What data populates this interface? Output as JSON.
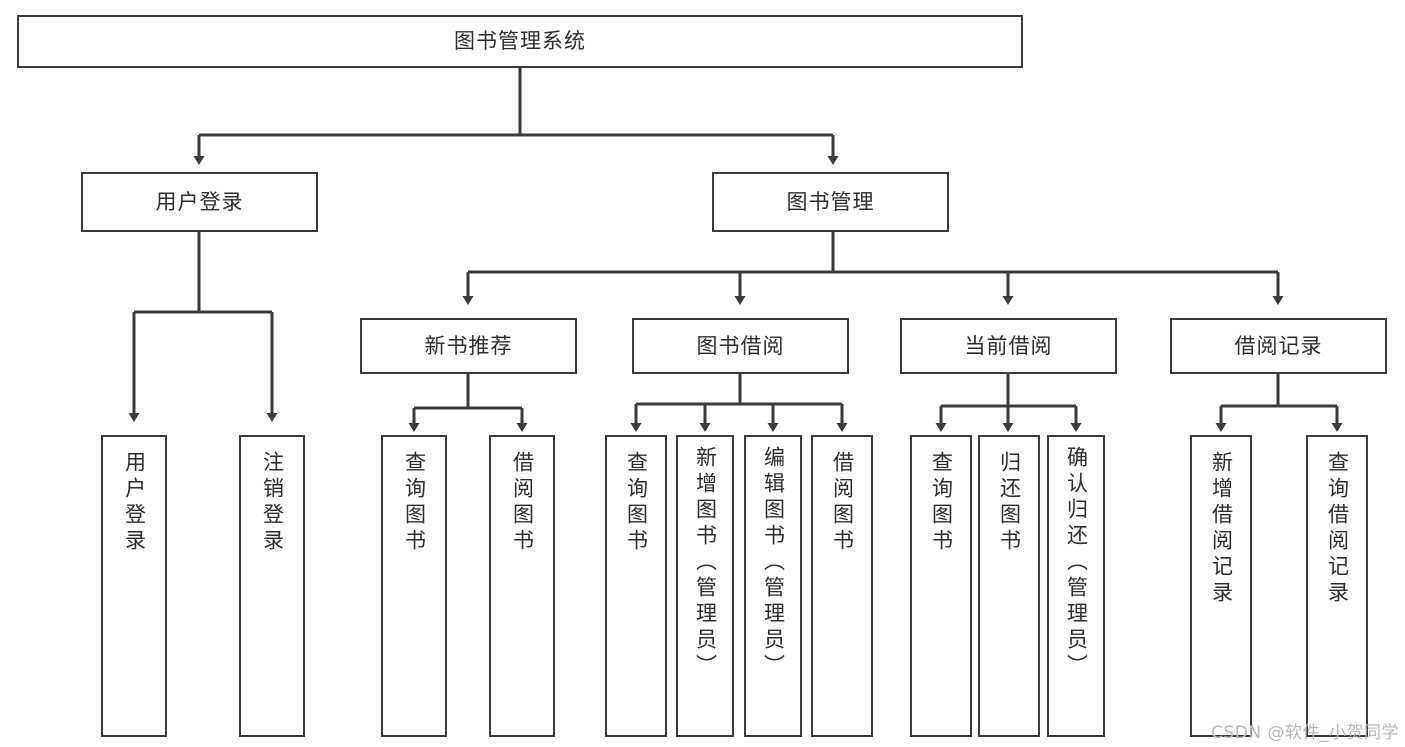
{
  "diagram": {
    "type": "hierarchy-tree",
    "title": "图书管理系统",
    "watermark": "CSDN @软件_小贺同学",
    "colors": {
      "background": "#ffffff",
      "border": "#3b3b3b",
      "text": "#2e2e2e",
      "edge": "#3b3b3b",
      "watermark": "#b9b9b9"
    },
    "nodes": {
      "root": {
        "label": "图书管理系统",
        "level": 1
      },
      "user_login": {
        "label": "用户登录",
        "level": 2
      },
      "book_manage": {
        "label": "图书管理",
        "level": 2
      },
      "new_book_rec": {
        "label": "新书推荐",
        "level": 3
      },
      "book_borrow": {
        "label": "图书借阅",
        "level": 3
      },
      "current_borrow": {
        "label": "当前借阅",
        "level": 3
      },
      "borrow_record": {
        "label": "借阅记录",
        "level": 3
      },
      "leaf_user_login": {
        "label": "用户登录",
        "level": 3
      },
      "leaf_logout": {
        "label": "注销登录",
        "level": 3
      },
      "leaf_query_book_1": {
        "label": "查询图书",
        "level": 4
      },
      "leaf_borrow_book_1": {
        "label": "借阅图书",
        "level": 4
      },
      "leaf_query_book_2": {
        "label": "查询图书",
        "level": 4
      },
      "leaf_add_book": {
        "label": "新增图书（管理员）",
        "level": 4
      },
      "leaf_edit_book": {
        "label": "编辑图书（管理员）",
        "level": 4
      },
      "leaf_borrow_book_2": {
        "label": "借阅图书",
        "level": 4
      },
      "leaf_query_book_3": {
        "label": "查询图书",
        "level": 4
      },
      "leaf_return_book": {
        "label": "归还图书",
        "level": 4
      },
      "leaf_confirm_return": {
        "label": "确认归还（管理员）",
        "level": 4
      },
      "leaf_add_record": {
        "label": "新增借阅记录",
        "level": 4
      },
      "leaf_query_record": {
        "label": "查询借阅记录",
        "level": 4
      }
    },
    "edges": [
      {
        "from": "root",
        "to": "user_login"
      },
      {
        "from": "root",
        "to": "book_manage"
      },
      {
        "from": "user_login",
        "to": "leaf_user_login"
      },
      {
        "from": "user_login",
        "to": "leaf_logout"
      },
      {
        "from": "book_manage",
        "to": "new_book_rec"
      },
      {
        "from": "book_manage",
        "to": "book_borrow"
      },
      {
        "from": "book_manage",
        "to": "current_borrow"
      },
      {
        "from": "book_manage",
        "to": "borrow_record"
      },
      {
        "from": "new_book_rec",
        "to": "leaf_query_book_1"
      },
      {
        "from": "new_book_rec",
        "to": "leaf_borrow_book_1"
      },
      {
        "from": "book_borrow",
        "to": "leaf_query_book_2"
      },
      {
        "from": "book_borrow",
        "to": "leaf_add_book"
      },
      {
        "from": "book_borrow",
        "to": "leaf_edit_book"
      },
      {
        "from": "book_borrow",
        "to": "leaf_borrow_book_2"
      },
      {
        "from": "current_borrow",
        "to": "leaf_query_book_3"
      },
      {
        "from": "current_borrow",
        "to": "leaf_return_book"
      },
      {
        "from": "current_borrow",
        "to": "leaf_confirm_return"
      },
      {
        "from": "borrow_record",
        "to": "leaf_add_record"
      },
      {
        "from": "borrow_record",
        "to": "leaf_query_record"
      }
    ]
  }
}
